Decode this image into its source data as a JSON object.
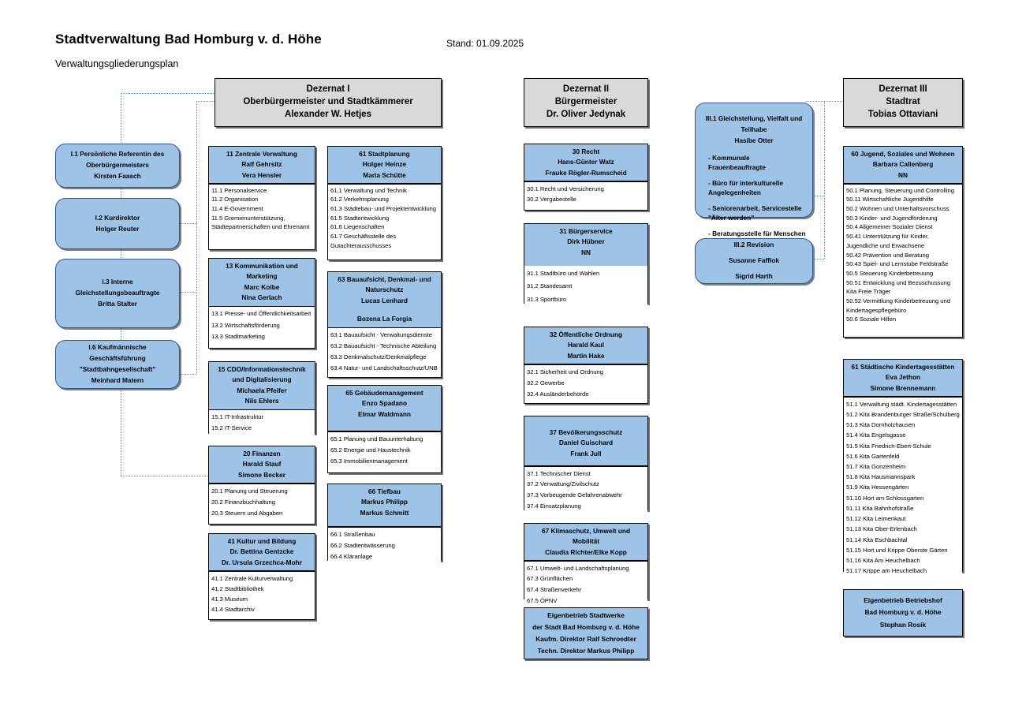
{
  "header": {
    "title": "Stadtverwaltung Bad Homburg v. d. Höhe",
    "stand": "Stand: 01.09.2025",
    "subtitle": "Verwaltungsgliederungsplan"
  },
  "dezernate": [
    {
      "id": "dezernat-1",
      "lines": [
        "Dezernat I",
        "Oberbürgermeister und Stadtkämmerer",
        "Alexander W. Hetjes"
      ]
    },
    {
      "id": "dezernat-2",
      "lines": [
        "Dezernat II",
        "Bürgermeister",
        "Dr. Oliver Jedynak"
      ]
    },
    {
      "id": "dezernat-3",
      "lines": [
        "Dezernat III",
        "Stadtrat",
        "Tobias Ottaviani"
      ]
    }
  ],
  "staff": [
    {
      "id": "i-1",
      "lines": [
        "I.1 Persönliche Referentin des",
        "Oberbürgermeisters",
        "Kirsten Faasch"
      ]
    },
    {
      "id": "i-2",
      "lines": [
        "I.2 Kurdirektor",
        "Holger Reuter"
      ]
    },
    {
      "id": "i-3",
      "lines": [
        "I.3 Interne Gleichstellungsbeauftragte",
        "Britta Stalter"
      ]
    },
    {
      "id": "i-6",
      "lines": [
        "I.6 Kaufmännische Geschäftsführung",
        "\"Stadtbahngesellschaft\"",
        "Meinhard Matern"
      ]
    }
  ],
  "staff3": [
    {
      "id": "iii-1",
      "lines": [
        "III.1 Gleichstellung, Vielfalt und",
        "Teilhabe",
        "Hasibe Otter"
      ],
      "bullets": [
        "- Kommunale Frauenbeauftragte",
        "- Büro für interkulturelle\n  Angelegenheiten",
        "- Seniorenarbeit, Servicestelle\n  \"Älter werden\"",
        "- Beratungsstelle für Menschen\n  mit Behinderung"
      ]
    },
    {
      "id": "iii-2",
      "lines": [
        "III.2 Revision",
        "Susanne Fafflok",
        "Sigrid Harth"
      ],
      "bullets": []
    }
  ],
  "column1": [
    {
      "id": "amt-11",
      "head": [
        "11 Zentrale Verwaltung",
        "Ralf Gehrsitz",
        "Vera Hensler"
      ],
      "items": [
        "11.1 Personalservice",
        "11.2 Organisation",
        "11.4 E-Government",
        "11.5 Gremienunterstützung,",
        "Städtepartnerschaften und Ehrenamt"
      ]
    },
    {
      "id": "amt-13",
      "head": [
        "13  Kommunikation und Marketing",
        "Marc Kolbe",
        "Nina Gerlach"
      ],
      "items": [
        "13.1 Presse- und Öffentlichkeitsarbeit",
        "13.2 Wirtschaftsförderung",
        "13.3 Stadtmarketing"
      ]
    },
    {
      "id": "amt-15",
      "head": [
        "15 CDO/Informationstechnik",
        "und Digitalisierung",
        "Michaela Pfeifer",
        "Nils Ehlers"
      ],
      "items": [
        "15.1 IT-Infrastruktur",
        "15.2 IT-Service"
      ]
    },
    {
      "id": "amt-20",
      "head": [
        "20 Finanzen",
        "Harald Stauf",
        "Simone Becker"
      ],
      "items": [
        "20.1 Planung und Steuerung",
        "20.2 Finanzbuchhaltung",
        "20.3 Steuern und Abgaben"
      ]
    },
    {
      "id": "amt-41",
      "head": [
        "41 Kultur und Bildung",
        "Dr. Bettina Gentzcke",
        "Dr. Ursula Grzechca-Mohr"
      ],
      "items": [
        "41.1 Zentrale Kulturverwaltung",
        "41.2 Stadtbibliothek",
        "41.3 Museum",
        "41.4 Stadtarchiv"
      ]
    }
  ],
  "column2": [
    {
      "id": "amt-61",
      "head": [
        "61 Stadtplanung",
        "Holger Heinze",
        "Maria Schütte"
      ],
      "items": [
        "61.1 Verwaltung und Technik",
        "61.2 Verkehrsplanung",
        "61.3 Städtebau- und Projektentwicklung",
        "61.5 Stadtentwicklung",
        "61.6 Liegenschaften",
        "61.7 Geschäftsstelle des",
        "Gutachterausschusses"
      ]
    },
    {
      "id": "amt-63",
      "head": [
        "63 Bauaufsicht, Denkmal- und",
        "Naturschutz",
        "Lucas Lenhard",
        "",
        "Bozena La Forgia"
      ],
      "items": [
        "63.1 Bauaufsicht - Verwaltungsdienste",
        "63.2 Bauaufsicht - Technische Abteilung",
        "63.3 Denkmalschutz/Denkmalpflege",
        "63.4 Natur- und Landschaftsschutz/UNB"
      ]
    },
    {
      "id": "amt-65",
      "head": [
        "65 Gebäudemanagement",
        "Enzo Spadano",
        "Elmar Waldmann"
      ],
      "items": [
        "65.1 Planung und Bauunterhaltung",
        "65.2 Energie und Haustechnik",
        "65.3 Immobilienmanagement"
      ]
    },
    {
      "id": "amt-66",
      "head": [
        "66 Tiefbau",
        "Markus Philipp",
        "Markus Schmitt"
      ],
      "items": [
        "66.1 Straßenbau",
        "66.2 Stadtentwässerung",
        "66.4 Kläranlage"
      ]
    }
  ],
  "column3": [
    {
      "id": "amt-30",
      "head": [
        "30 Recht",
        "Hans-Günter Watz",
        "Frauke Rögler-Rumscheid"
      ],
      "items": [
        "30.1 Recht und Versicherung",
        "30.2 Vergabestelle"
      ]
    },
    {
      "id": "amt-31",
      "head": [
        "31 Bürgerservice",
        "Dirk Hübner",
        "NN"
      ],
      "items": [
        "31.1 Stadtbüro und Wahlen",
        "31.2 Standesamt",
        "31.3 Sportbüro"
      ]
    },
    {
      "id": "amt-32",
      "head": [
        "32 Öffentliche Ordnung",
        "Harald Kaul",
        "Martin Hake"
      ],
      "items": [
        "32.1 Sicherheit und Ordnung",
        "32.2 Gewerbe",
        "32.4 Ausländerbehörde"
      ]
    },
    {
      "id": "amt-37",
      "head": [
        "37 Bevölkerungsschutz",
        "Daniel Guischard",
        "Frank Jull"
      ],
      "items": [
        "37.1 Technischer Dienst",
        "37.2 Verwaltung/Zivilschutz",
        "37.3 Vorbeugende Gefahrenabwehr",
        "37.4 Einsatzplanung"
      ]
    },
    {
      "id": "amt-67",
      "head": [
        "67 Klimaschutz, Umwelt und Mobilität",
        "Claudia Richter/Elke Kopp"
      ],
      "items": [
        "67.1 Umwelt- und Landschaftsplanung",
        "67.3 Grünflächen",
        "67.4 Straßenverkehr",
        "67.5 ÖPNV"
      ]
    }
  ],
  "column4": [
    {
      "id": "amt-60",
      "head": [
        "60 Jugend, Soziales und Wohnen",
        "Barbara Callenberg",
        "NN"
      ],
      "items": [
        "50.1 Planung, Steuerung und Controlling",
        "50.11 Wirtschaftliche Jugendhilfe",
        "50.2 Wohnen und Unterhaltsvorschuss",
        "50.3 Kinder- und Jugendförderung",
        "50.4 Allgemeiner Sozialer Dienst",
        "50.41 Unterstützung für Kinder,",
        "Jugendliche und Erwachsene",
        "50.42 Prävention und Beratung",
        "50.43 Spiel- und Lernstube Feldstraße",
        "50.5 Steuerung Kinderbetreuung",
        "50.51 Entwicklung und Bezuschussung",
        "Kita Freie Träger",
        "50.52 Vermittlung Kinderbetreuung und",
        "Kindertagespflegebüro",
        "50.6 Soziale Hilfen"
      ]
    },
    {
      "id": "amt-61-kita",
      "head": [
        "61 Städtische Kindertagesstätten",
        "Eva Jethon",
        "Simone Brennemann"
      ],
      "items": [
        "51.1 Verwaltung städt. Kindertagesstätten",
        "51.2 Kita Brandenburger Straße/Schulberg",
        "51.3 Kita Dornholzhausen",
        "51.4 Kita Engelsgasse",
        "51.5 Kita Friedrich-Ebert-Schule",
        "51.6 Kita Gartenfeld",
        "51.7 Kita Gonzenheim",
        "51.8 Kita Hausmannspark",
        "51.9 Kita Hessengärten",
        "51.10 Hort am Schlossgarten",
        "51.11 Kita Bahnhofstraße",
        "51.12 Kita Leimenkaut",
        "51.13 Kita Ober-Erlenbach",
        "51.14 Kita Eschbachtal",
        "51.15 Hort und Krippe Oberste Gärten",
        "51.16 Kita Am Heuchelbach",
        "51.17 Krippe am Heuchelbach"
      ]
    }
  ],
  "plain_blocks": [
    {
      "id": "eigenbetrieb-stadtwerke",
      "lines": [
        "Eigenbetrieb Stadtwerke",
        "der Stadt Bad Homburg v. d. Höhe",
        "Kaufm. Direktor Ralf Schroedter",
        "Techn. Direktor Markus Philipp"
      ]
    },
    {
      "id": "eigenbetrieb-betriebshof",
      "lines": [
        "Eigenbetrieb  Betriebshof",
        "Bad Homburg v.  d. Höhe",
        "Stephan Rosik"
      ]
    }
  ],
  "colors": {
    "unit_head": "#9dc3e6",
    "dezernat": "#d9d9d9",
    "connector": "#5b9bd5",
    "border": "#000000"
  }
}
